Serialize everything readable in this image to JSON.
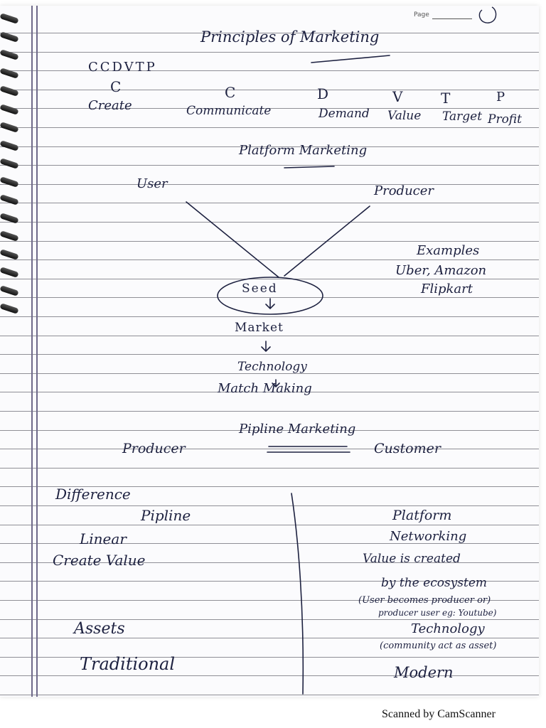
{
  "header": {
    "page_label": "Page"
  },
  "title": "Principles of Marketing",
  "ccdvtp": {
    "acronym": "CCDVTP",
    "letters": [
      "C",
      "C",
      "D",
      "V",
      "T",
      "P"
    ],
    "words": [
      "Create",
      "Communicate",
      "Demand",
      "Value",
      "Target",
      "Profit"
    ]
  },
  "platform": {
    "heading": "Platform Marketing",
    "user": "User",
    "producer": "Producer",
    "seed": "Seed",
    "market": "Market",
    "technology": "Technology",
    "match": "Match Making",
    "examples_label": "Examples",
    "examples_line1": "Uber, Amazon",
    "examples_line2": "Flipkart"
  },
  "pipeline": {
    "heading": "Pipline Marketing",
    "producer": "Producer",
    "customer": "Customer"
  },
  "difference": {
    "heading": "Difference",
    "left_head": "Pipline",
    "right_head": "Platform",
    "left_items": [
      "Linear",
      "Create Value",
      "Assets",
      "Traditional"
    ],
    "right_items": [
      "Networking",
      "Value is created",
      "by the ecosystem",
      "(User becomes producer or)",
      "producer user eg: Youtube)",
      "Technology",
      "(community act as asset)",
      "Modern"
    ]
  },
  "footer": {
    "scanner": "Scanned by CamScanner"
  }
}
